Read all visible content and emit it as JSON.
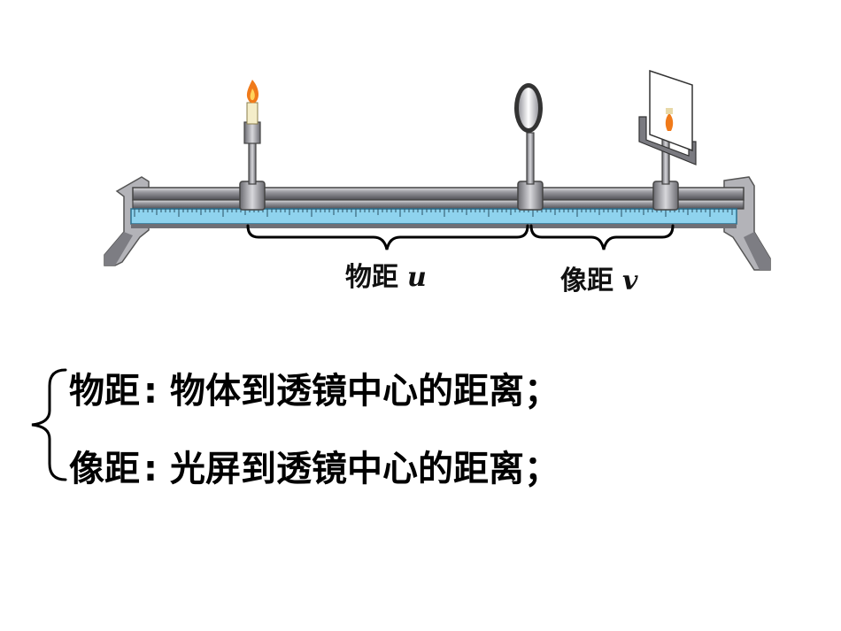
{
  "diagram": {
    "labels": {
      "object_distance": {
        "text": "物距",
        "variable": "u"
      },
      "image_distance": {
        "text": "像距",
        "variable": "v"
      }
    },
    "colors": {
      "rail_dark": "#5e5e63",
      "rail_light": "#b9b9bd",
      "scale_blue": "#8fd3ee",
      "flame": "#f07a1a"
    }
  },
  "definitions": [
    {
      "term": "物距",
      "colon": ":",
      "text": "物体到透镜中心的距离；"
    },
    {
      "term": "像距",
      "colon": ":",
      "text": "光屏到透镜中心的距离；"
    }
  ]
}
